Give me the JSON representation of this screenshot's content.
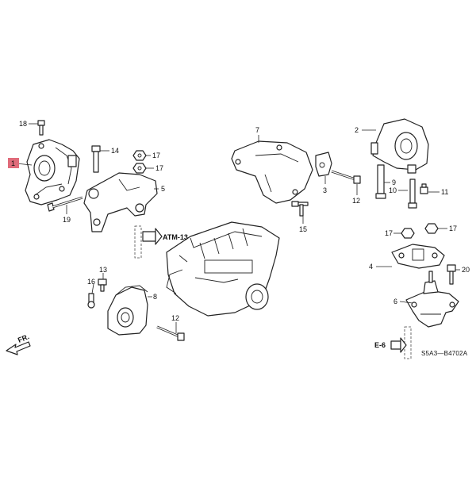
{
  "diagram": {
    "callouts": [
      {
        "id": "c1",
        "label": "1"
      },
      {
        "id": "c2",
        "label": "2"
      },
      {
        "id": "c3",
        "label": "3"
      },
      {
        "id": "c4",
        "label": "4"
      },
      {
        "id": "c5",
        "label": "5"
      },
      {
        "id": "c6",
        "label": "6"
      },
      {
        "id": "c7",
        "label": "7"
      },
      {
        "id": "c8",
        "label": "8"
      },
      {
        "id": "c9",
        "label": "9"
      },
      {
        "id": "c10",
        "label": "10"
      },
      {
        "id": "c11",
        "label": "11"
      },
      {
        "id": "c12a",
        "label": "12"
      },
      {
        "id": "c12b",
        "label": "12"
      },
      {
        "id": "c13",
        "label": "13"
      },
      {
        "id": "c14",
        "label": "14"
      },
      {
        "id": "c15",
        "label": "15"
      },
      {
        "id": "c16",
        "label": "16"
      },
      {
        "id": "c17a",
        "label": "17"
      },
      {
        "id": "c17b",
        "label": "17"
      },
      {
        "id": "c17c",
        "label": "17"
      },
      {
        "id": "c17d",
        "label": "17"
      },
      {
        "id": "c18",
        "label": "18"
      },
      {
        "id": "c19",
        "label": "19"
      },
      {
        "id": "c20",
        "label": "20"
      }
    ],
    "references": {
      "atm": "ATM-13",
      "electrical": "E-6",
      "front": "FR.",
      "code": "S5A3—B4702A"
    },
    "highlight_color": "#e06b7a"
  }
}
